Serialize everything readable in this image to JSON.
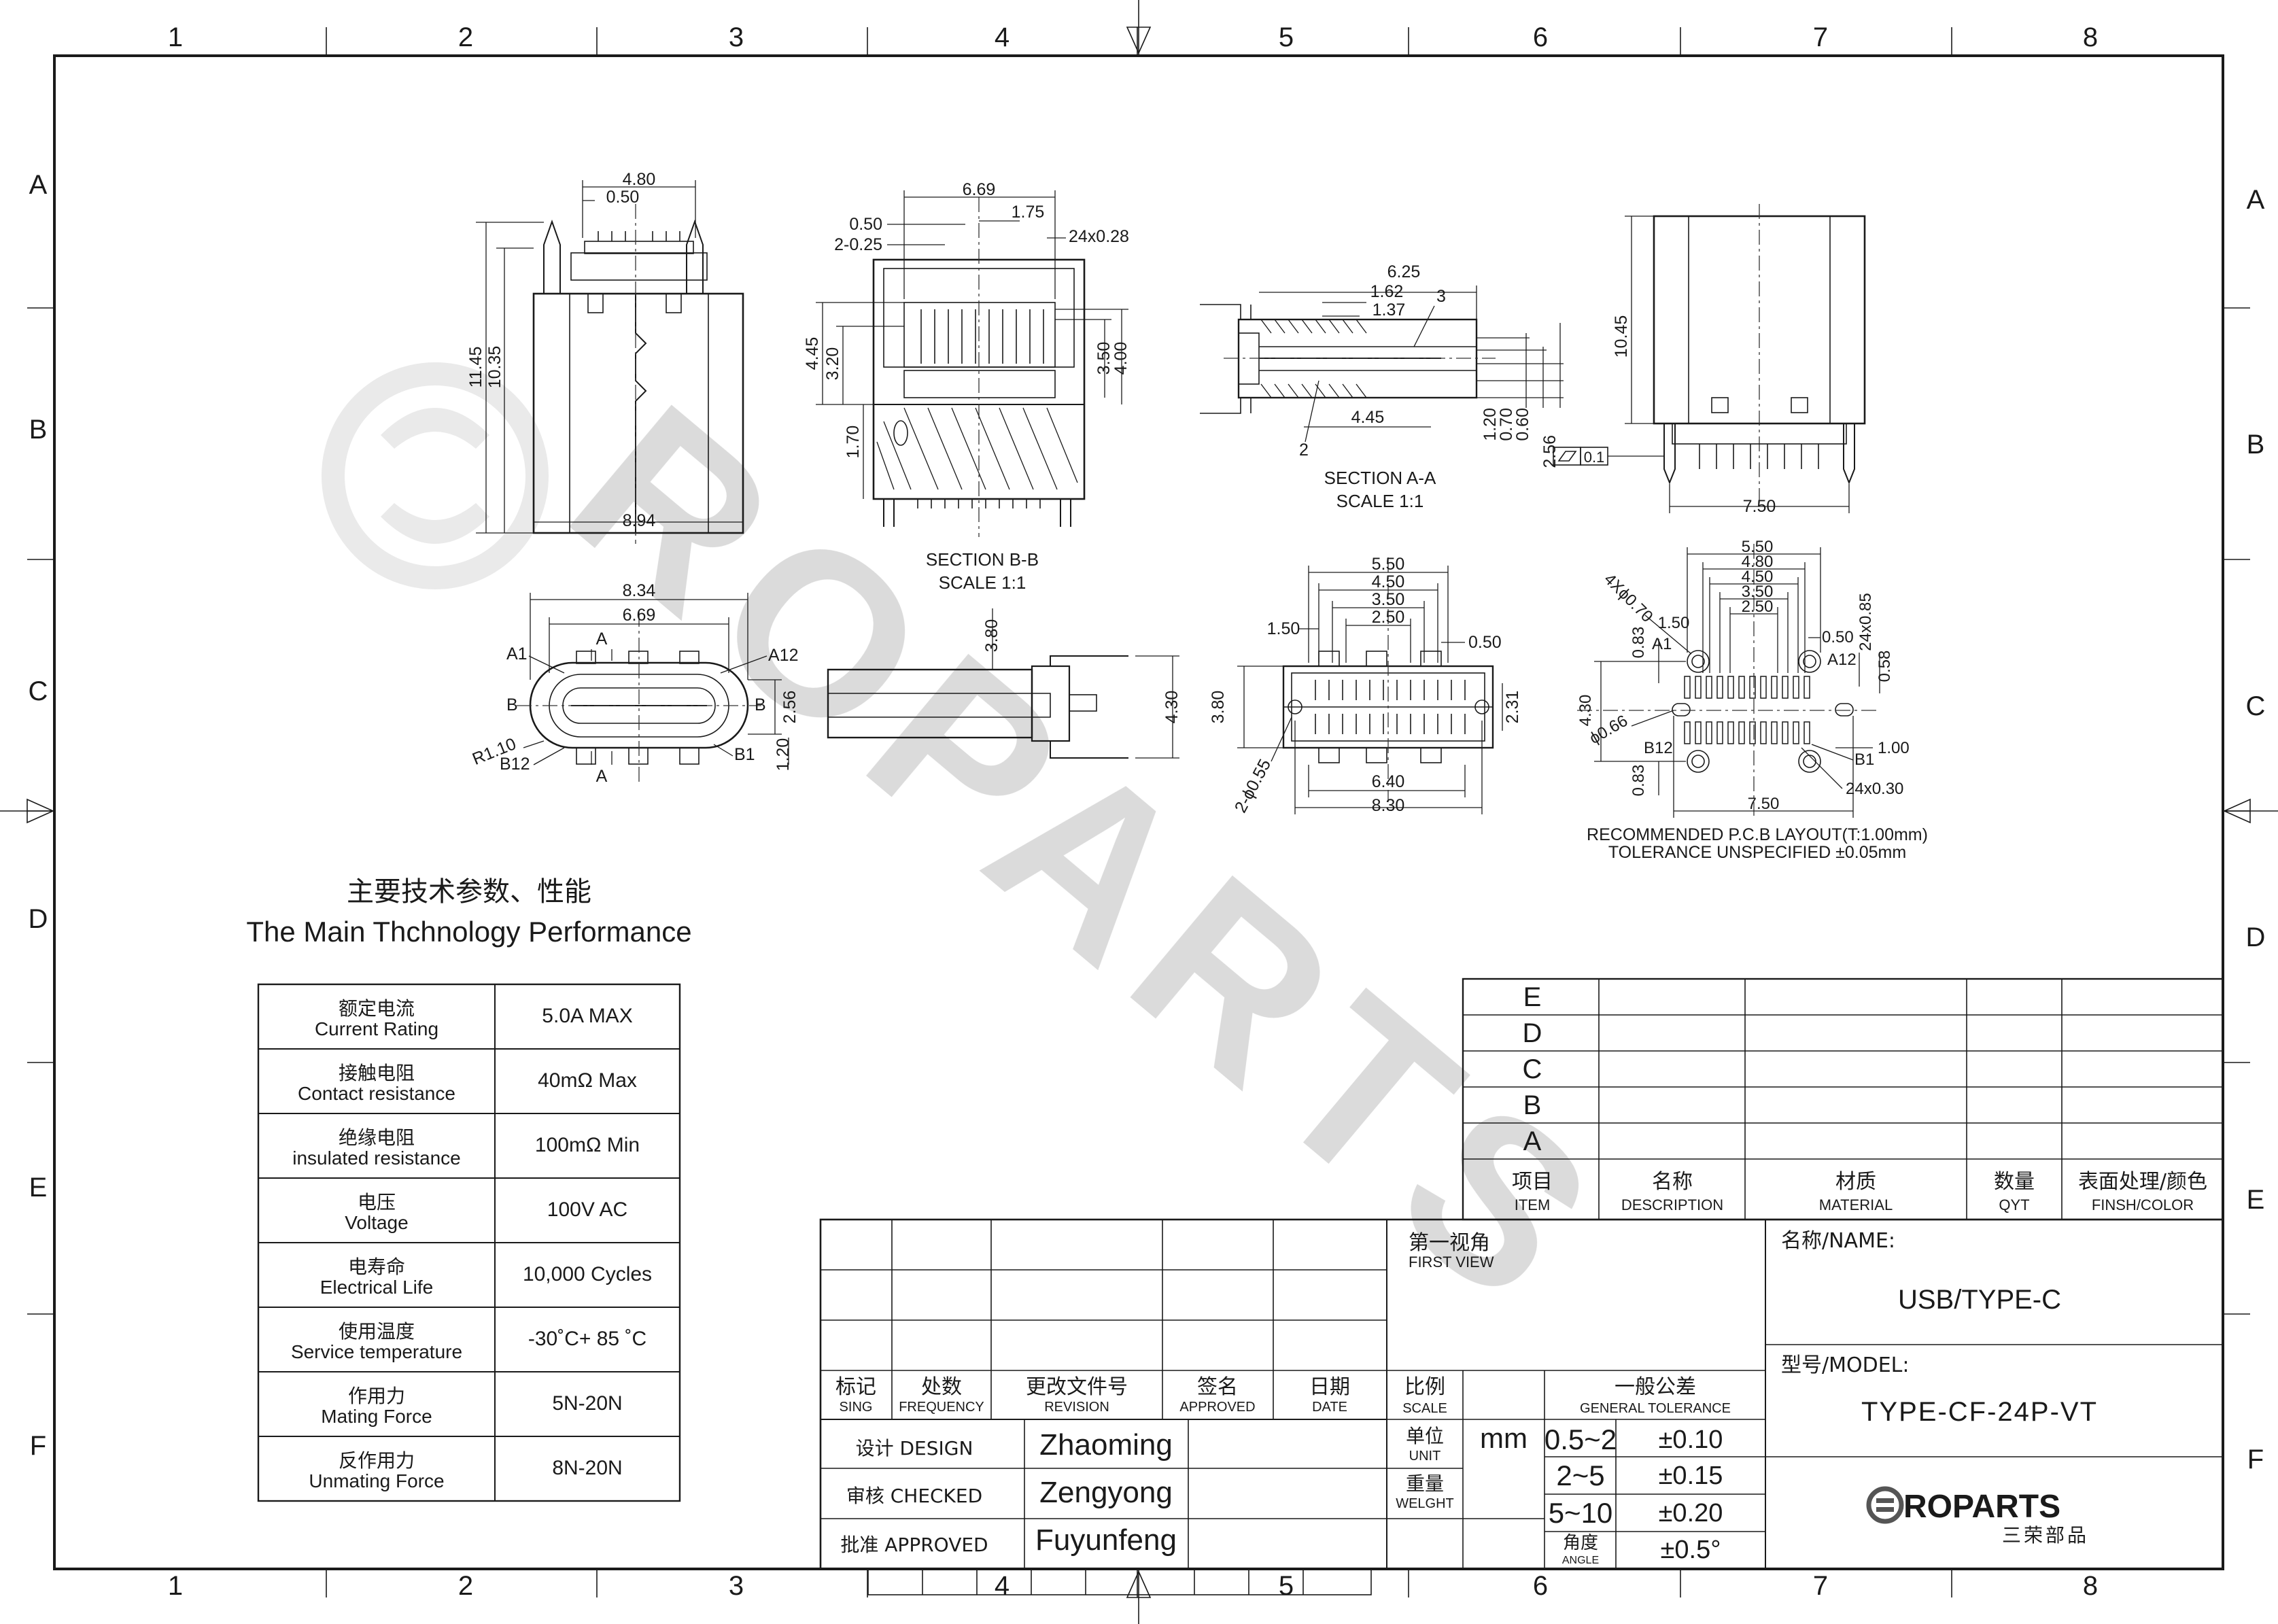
{
  "grid": {
    "columns": [
      "1",
      "2",
      "3",
      "4",
      "5",
      "6",
      "7",
      "8"
    ],
    "rows": [
      "A",
      "B",
      "C",
      "D",
      "E",
      "F"
    ]
  },
  "views": {
    "front_dims": [
      "4.80",
      "0.50",
      "11.45",
      "10.35",
      "8.94"
    ],
    "section_bb": {
      "dims": [
        "6.69",
        "0.50",
        "1.75",
        "2-0.25",
        "24x0.28",
        "4.45",
        "3.20",
        "3.50",
        "4.00",
        "1.70"
      ],
      "title": "SECTION B-B",
      "scale": "SCALE 1:1"
    },
    "section_aa": {
      "dims": [
        "6.25",
        "1.62",
        "1.37",
        "3",
        "4.45",
        "2",
        "1.20",
        "0.70",
        "0.60",
        "2.56"
      ],
      "title": "SECTION A-A",
      "scale": "SCALE 1:1"
    },
    "side_dims": [
      "10.45",
      "0.1",
      "7.50"
    ],
    "bottom_dims": [
      "8.34",
      "6.69",
      "A",
      "A1",
      "A12",
      "B",
      "B",
      "2.56",
      "R1.10",
      "B12",
      "B1",
      "1.20",
      "A"
    ],
    "profile_dims": [
      "3.80",
      "4.30"
    ],
    "top_dims": [
      "5.50",
      "4.50",
      "3.50",
      "2.50",
      "1.50",
      "0.50",
      "3.80",
      "2.31",
      "6.40",
      "8.30",
      "2-ϕ0.55"
    ],
    "pcb": {
      "dims": [
        "5.50",
        "4.80",
        "4.50",
        "3.50",
        "2.50",
        "4Xϕ0.70",
        "1.50",
        "0.83",
        "A1",
        "0.50",
        "24x0.85",
        "A12",
        "0.58",
        "4.30",
        "ϕ0.66",
        "B12",
        "1.00",
        "B1",
        "0.83",
        "24x0.30",
        "7.50"
      ],
      "note1": "RECOMMENDED P.C.B LAYOUT(T:1.00mm)",
      "note2": "TOLERANCE UNSPECIFIED ±0.05mm"
    }
  },
  "performance": {
    "title_cn": "主要技术参数、性能",
    "title_en": "The Main Thchnology Performance",
    "rows": [
      {
        "cn": "额定电流",
        "en": "Current Rating",
        "value": "5.0A MAX"
      },
      {
        "cn": "接触电阻",
        "en": "Contact resistance",
        "value": "40mΩ Max"
      },
      {
        "cn": "绝缘电阻",
        "en": "insulated resistance",
        "value": "100mΩ Min"
      },
      {
        "cn": "电压",
        "en": "Voltage",
        "value": "100V AC"
      },
      {
        "cn": "电寿命",
        "en": "Electrical Life",
        "value": "10,000 Cycles"
      },
      {
        "cn": "使用温度",
        "en": "Service temperature",
        "value": "-30˚C+ 85 ˚C"
      },
      {
        "cn": "作用力",
        "en": "Mating Force",
        "value": "5N-20N"
      },
      {
        "cn": "反作用力",
        "en": "Unmating Force",
        "value": "8N-20N"
      }
    ]
  },
  "bom": {
    "rows": [
      "E",
      "D",
      "C",
      "B",
      "A"
    ],
    "headers": [
      {
        "cn": "项目",
        "en": "ITEM"
      },
      {
        "cn": "名称",
        "en": "DESCRIPTION"
      },
      {
        "cn": "材质",
        "en": "MATERIAL"
      },
      {
        "cn": "数量",
        "en": "QYT"
      },
      {
        "cn": "表面处理/颜色",
        "en": "FINSH/COLOR"
      }
    ]
  },
  "revision": {
    "headers": [
      {
        "cn": "标记",
        "en": "SING"
      },
      {
        "cn": "处数",
        "en": "FREQUENCY"
      },
      {
        "cn": "更改文件号",
        "en": "REVISION"
      },
      {
        "cn": "签名",
        "en": "APPROVED"
      },
      {
        "cn": "日期",
        "en": "DATE"
      }
    ],
    "signoff": [
      {
        "label": "设计 DESIGN",
        "name": "Zhaoming"
      },
      {
        "label": "审核 CHECKED",
        "name": "Zengyong"
      },
      {
        "label": "批准 APPROVED",
        "name": "Fuyunfeng"
      }
    ]
  },
  "title_block": {
    "first_view_cn": "第一视角",
    "first_view_en": "FIRST VIEW",
    "scale_cn": "比例",
    "scale_en": "SCALE",
    "unit_cn": "单位",
    "unit_en": "UNIT",
    "unit_value": "mm",
    "weight_cn": "重量",
    "weight_en": "WELGHT",
    "tol_cn": "一般公差",
    "tol_en": "GENERAL TOLERANCE",
    "tolerances": [
      {
        "range": "0.5~2",
        "tol": "±0.10"
      },
      {
        "range": "2~5",
        "tol": "±0.15"
      },
      {
        "range": "5~10",
        "tol": "±0.20"
      },
      {
        "range_cn": "角度",
        "range_en": "ANGLE",
        "tol": "±0.5°"
      }
    ],
    "name_label": "名称/NAME:",
    "name_value": "USB/TYPE-C",
    "model_label": "型号/MODEL:",
    "model_value": "TYPE-CF-24P-VT",
    "logo_text": "ROPARTS",
    "logo_cn": "三荣部品",
    "watermark": "ROPARTS"
  }
}
